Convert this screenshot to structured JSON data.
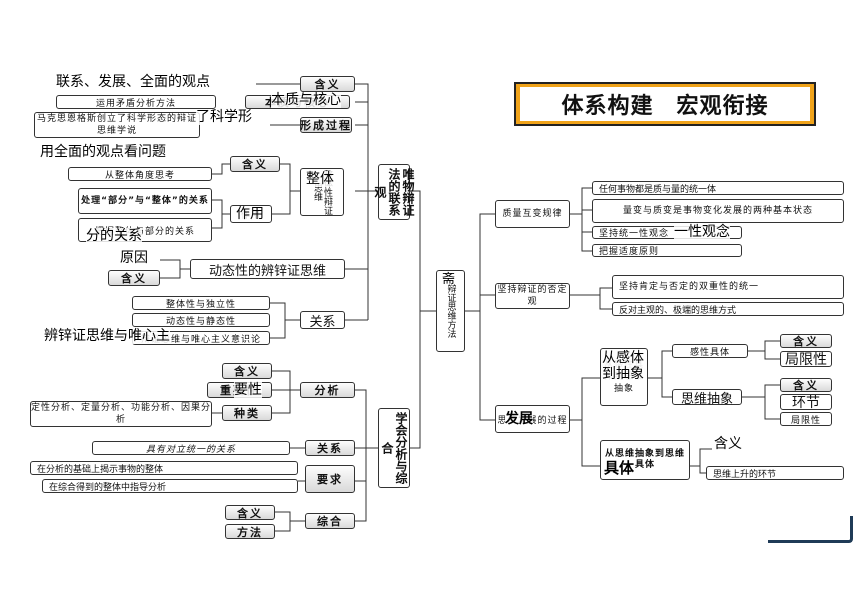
{
  "title": "体系构建　宏观衔接",
  "left": {
    "dialectics": "唯物辩证法的联系观",
    "contact": {
      "handwrite": "联系、发展、全面的观点",
      "meaning_label": "含义",
      "apply_text": "运用矛盾分析方法",
      "core_label": "本质与核心",
      "core_hand": "本质与核心",
      "marx_text": "马克思恩格斯创立了科学形态的辩证思维学说",
      "marx_hand": "了科学形",
      "process_label": "形成过程"
    },
    "whole": {
      "hand_view": "用全面的观点看问题",
      "meaning_label": "含义",
      "angle_text": "从整体角度思考",
      "node": "整体性辩证思维",
      "node_hand": "整体",
      "process_text": "处理“部分”与“整体”的关系",
      "role_label": "作用",
      "role_hand": "作用",
      "last_text": "把握整体与部分的关系",
      "last_hand": "分的关系"
    },
    "dynamic": {
      "cause_hand": "原因",
      "meaning_label": "含义",
      "node_hand": "动态性的辨锌证思维"
    },
    "relation": {
      "item1": "整体性与独立性",
      "item2": "动态性与静态性",
      "item3": "辩证思维与唯心主义意识论",
      "item3_hand": "辨锌证思维与唯心主",
      "label": "关系"
    }
  },
  "learn": {
    "node": "学会分析与综合",
    "analysis": {
      "meaning_label": "含义",
      "important_label": "重要性",
      "important_hand": "要性",
      "types_label": "种类",
      "types_text": "定性分析、定量分析、功能分析、因果分析",
      "label": "分析"
    },
    "link": {
      "text": "具有对立统一的关系",
      "hand": "关系",
      "label": "关系"
    },
    "require": {
      "item1": "在分析的基础上揭示事物的整体",
      "item2": "在综合得到的整体中指导分析",
      "label": "要求"
    },
    "synthesis": {
      "meaning_label": "含义",
      "method_label": "方法",
      "label": "综合"
    }
  },
  "center": {
    "node": "辩证思维方法",
    "hand": "斋"
  },
  "right": {
    "quality": {
      "node": "质量互变规律",
      "item1": "任何事物都是质与量的统一体",
      "item2": "量变与质变是事物变化发展的两种基本状态",
      "item3": "坚持统一性观念",
      "item3_hand": "一性观念",
      "item4": "把握适度原则"
    },
    "negation": {
      "node": "坚持辩证的否定观",
      "item1": "坚持肯定与否定的双重性的统一",
      "item2": "反对主观的、极端的思维方式"
    },
    "abstract": {
      "node": "思维发展的过程",
      "node_hand": "发展",
      "stage1": "从感性具体到思维抽象",
      "stage1_hand": "从感体到抽象",
      "sensory": "感性具体",
      "sensory_meaning": "含义",
      "limit_hand": "局限性",
      "thought": "思维抽象",
      "thought_hand": "思维抽象",
      "thought_meaning": "含义",
      "link_hand": "环节",
      "thought_limit": "局限性",
      "stage2": "从思维抽象到思维具体",
      "stage2_hand": "具体",
      "concrete_meaning": "含义",
      "concrete_text": "思维上升的环节"
    }
  }
}
